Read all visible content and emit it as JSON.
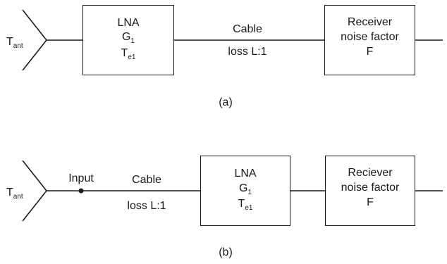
{
  "diagram_a": {
    "antenna_label": "T",
    "antenna_sub": "ant",
    "lna": {
      "line1": "LNA",
      "gain": "G",
      "gain_sub": "1",
      "temp": "T",
      "temp_sub": "e1"
    },
    "cable": {
      "name": "Cable",
      "loss": "loss L:1"
    },
    "receiver": {
      "line1": "Receiver",
      "line2": "noise factor",
      "line3": "F"
    },
    "caption": "(a)"
  },
  "diagram_b": {
    "antenna_label": "T",
    "antenna_sub": "ant",
    "input_label": "Input",
    "cable": {
      "name": "Cable",
      "loss": "loss L:1"
    },
    "lna": {
      "line1": "LNA",
      "gain": "G",
      "gain_sub": "1",
      "temp": "T",
      "temp_sub": "e1"
    },
    "receiver": {
      "line1": "Reciever",
      "line2": "noise factor",
      "line3": "F"
    },
    "caption": "(b)"
  }
}
